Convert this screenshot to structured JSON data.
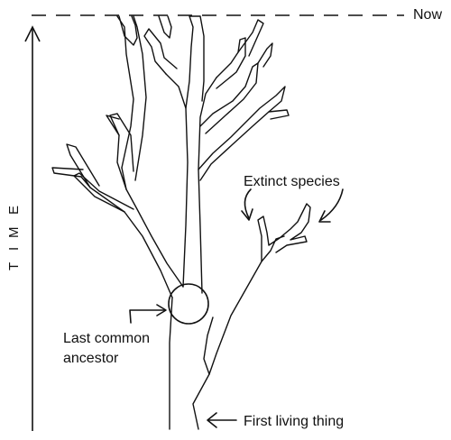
{
  "diagram": {
    "now_label": "Now",
    "time_axis_letters": [
      "T",
      "I",
      "M",
      "E"
    ],
    "extinct_label": "Extinct species",
    "ancestor_label": [
      "Last common",
      "ancestor"
    ],
    "first_label": "First living thing"
  },
  "colors": {
    "ink": "#111111",
    "background": "#ffffff"
  }
}
